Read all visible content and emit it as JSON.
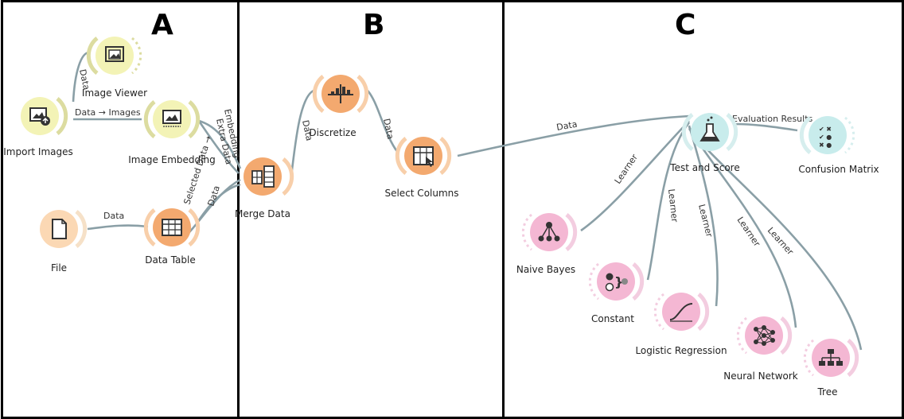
{
  "panels": [
    {
      "letter": "A"
    },
    {
      "letter": "B"
    },
    {
      "letter": "C"
    }
  ],
  "colors": {
    "yellow_fill": "#f3f3b6",
    "yellow_ring": "#dcdca0",
    "orange_fill": "#f3a96f",
    "orange_ring": "#f8cfaa",
    "file_fill": "#fbd8b4",
    "file_ring": "#f6e1c8",
    "teal_fill": "#c8ecec",
    "teal_ring": "#d6eeee",
    "pink_fill": "#f4b7d3",
    "pink_ring": "#f3cde0",
    "link": "#8a9fa6"
  },
  "widgets": {
    "image_viewer": {
      "label": "Image Viewer",
      "icon": "image-viewer-icon"
    },
    "import_images": {
      "label": "Import Images",
      "icon": "import-images-icon"
    },
    "image_embedding": {
      "label": "Image Embedding",
      "icon": "image-embedding-icon"
    },
    "file": {
      "label": "File",
      "icon": "file-icon"
    },
    "data_table": {
      "label": "Data Table",
      "icon": "data-table-icon"
    },
    "merge_data": {
      "label": "Merge Data",
      "icon": "merge-data-icon"
    },
    "discretize": {
      "label": "Discretize",
      "icon": "discretize-icon"
    },
    "select_columns": {
      "label": "Select Columns",
      "icon": "select-columns-icon"
    },
    "test_and_score": {
      "label": "Test and Score",
      "icon": "test-and-score-icon"
    },
    "confusion_matrix": {
      "label": "Confusion Matrix",
      "icon": "confusion-matrix-icon"
    },
    "naive_bayes": {
      "label": "Naive Bayes",
      "icon": "naive-bayes-icon"
    },
    "constant": {
      "label": "Constant",
      "icon": "constant-icon"
    },
    "logistic_regression": {
      "label": "Logistic Regression",
      "icon": "logistic-regression-icon"
    },
    "neural_network": {
      "label": "Neural Network",
      "icon": "neural-network-icon"
    },
    "tree": {
      "label": "Tree",
      "icon": "tree-icon"
    }
  },
  "links": {
    "data_1": "Data",
    "data_images": "Data → Images",
    "embedding": "Embedding",
    "extra_data": "Extra Data",
    "selected_data": "Selected Data →",
    "data_2": "Data",
    "data_3": "Data",
    "data_4": "Data",
    "data_5": "Data",
    "data_6": "Data",
    "evaluation_results": "Evaluation Results",
    "learner_1": "Learner",
    "learner_2": "Learner",
    "learner_3": "Learner",
    "learner_4": "Learner",
    "learner_5": "Learner"
  }
}
